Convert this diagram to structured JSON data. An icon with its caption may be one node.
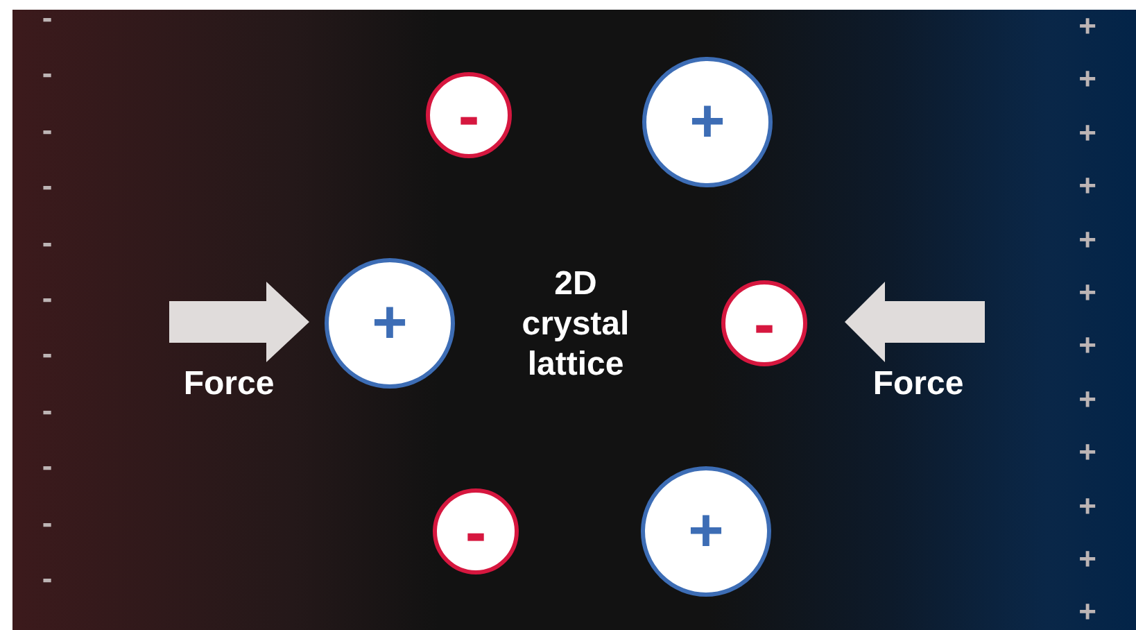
{
  "diagram": {
    "nodes": [
      {
        "text": [
          "-"
        ]
      },
      {
        "text": [
          "+"
        ]
      },
      {
        "text": [
          "+"
        ]
      },
      {
        "text": [
          "-"
        ]
      },
      {
        "text": [
          "-"
        ]
      },
      {
        "text": [
          "+"
        ]
      }
    ],
    "labels": [
      "2D crystal lattice",
      "Force",
      "Force",
      "-",
      "-",
      "-",
      "-",
      "-",
      "-",
      "-",
      "-",
      "-",
      "-",
      "-",
      "+",
      "+",
      "+",
      "+",
      "+",
      "+",
      "+",
      "+",
      "+",
      "+",
      "+",
      "+"
    ]
  }
}
